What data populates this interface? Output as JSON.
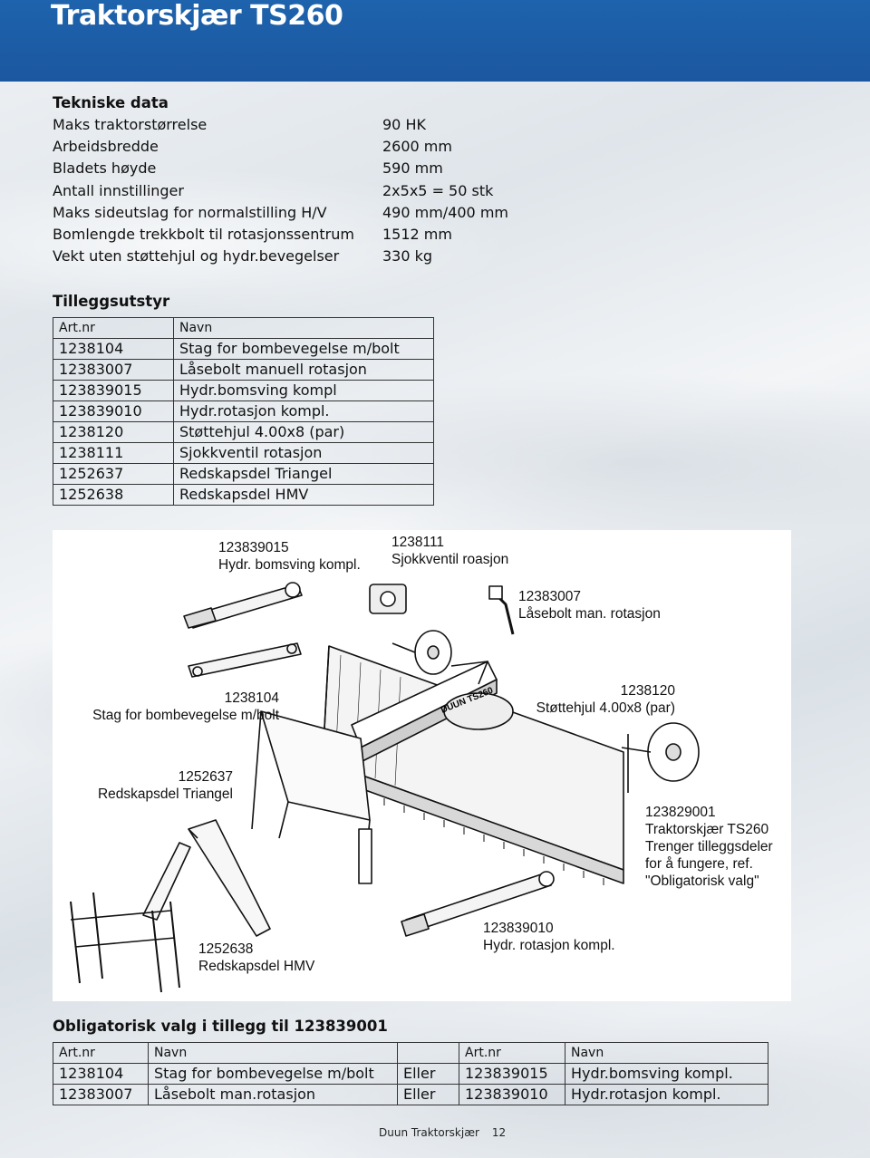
{
  "header": {
    "title": "Traktorskjær TS260",
    "color": "#1e63ad"
  },
  "tech": {
    "heading": "Tekniske data",
    "rows": [
      {
        "label": "Maks traktorstørrelse",
        "value": "90 HK"
      },
      {
        "label": "Arbeidsbredde",
        "value": "2600 mm"
      },
      {
        "label": "Bladets høyde",
        "value": "590 mm"
      },
      {
        "label": "Antall innstillinger",
        "value": "2x5x5 = 50 stk"
      },
      {
        "label": "Maks sideutslag for normalstilling  H/V",
        "value": "490 mm/400 mm"
      },
      {
        "label": "Bomlengde trekkbolt til rotasjonssentrum",
        "value": "1512 mm"
      },
      {
        "label": "Vekt uten støttehjul og hydr.bevegelser",
        "value": "330 kg"
      }
    ]
  },
  "accessories": {
    "heading": "Tilleggsutstyr",
    "col_art": "Art.nr",
    "col_name": "Navn",
    "rows": [
      {
        "art": "1238104",
        "name": "Stag for bombevegelse m/bolt"
      },
      {
        "art": "12383007",
        "name": "Låsebolt manuell rotasjon"
      },
      {
        "art": "123839015",
        "name": "Hydr.bomsving kompl"
      },
      {
        "art": "123839010",
        "name": "Hydr.rotasjon kompl."
      },
      {
        "art": "1238120",
        "name": "Støttehjul 4.00x8 (par)"
      },
      {
        "art": "1238111",
        "name": "Sjokkventil rotasjon"
      },
      {
        "art": "1252637",
        "name": "Redskapsdel Triangel"
      },
      {
        "art": "1252638",
        "name": "Redskapsdel HMV"
      }
    ]
  },
  "diagram": {
    "l1": {
      "num": "123839015",
      "text": "Hydr. bomsving kompl."
    },
    "l2": {
      "num": "1238111",
      "text": "Sjokkventil roasjon"
    },
    "l3": {
      "num": "12383007",
      "text": "Låsebolt man. rotasjon"
    },
    "l4": {
      "num": "1238104",
      "text": "Stag for bombevegelse m/bolt"
    },
    "l5": {
      "num": "1238120",
      "text": "Støttehjul 4.00x8 (par)"
    },
    "l6": {
      "num": "1252637",
      "text": "Redskapsdel Triangel"
    },
    "l7": {
      "num": "123829001",
      "line2": "Traktorskjær TS260",
      "line3": "Trenger tilleggsdeler",
      "line4": "for å fungere, ref.",
      "line5": "\"Obligatorisk valg\""
    },
    "l8": {
      "num": "123839010",
      "text": "Hydr. rotasjon kompl."
    },
    "l9": {
      "num": "1252638",
      "text": "Redskapsdel HMV"
    },
    "blade_logo": "DUUN TS260"
  },
  "mandatory": {
    "heading": "Obligatorisk valg i tillegg til 123839001",
    "col_art": "Art.nr",
    "col_name": "Navn",
    "col_art2": "Art.nr",
    "col_name2": "Navn",
    "rows": [
      {
        "art": "1238104",
        "name": "Stag for bombevegelse m/bolt",
        "or": "Eller",
        "art2": "123839015",
        "name2": "Hydr.bomsving kompl."
      },
      {
        "art": "12383007",
        "name": "Låsebolt man.rotasjon",
        "or": "Eller",
        "art2": "123839010",
        "name2": "Hydr.rotasjon kompl."
      }
    ]
  },
  "footer": {
    "brand": "Duun Traktorskjær",
    "page": "12"
  }
}
